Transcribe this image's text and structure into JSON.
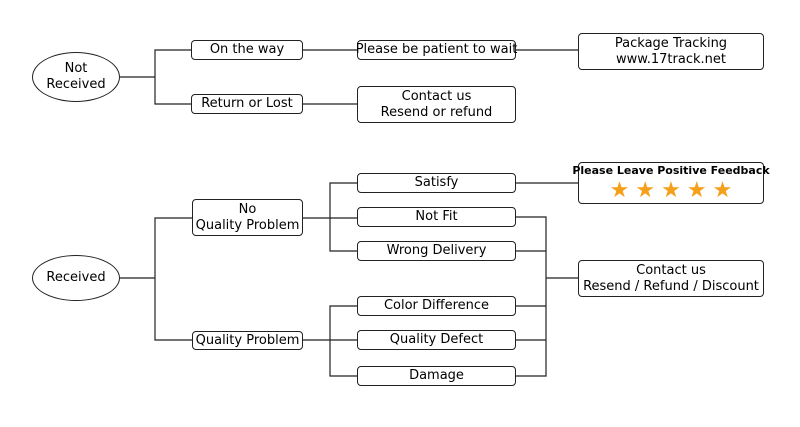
{
  "nodes": {
    "not_received": [
      "Not",
      "Received"
    ],
    "on_the_way": "On the way",
    "be_patient": "Please be patient to wait",
    "package_tracking": [
      "Package Tracking",
      "www.17track.net"
    ],
    "return_or_lost": "Return or Lost",
    "contact_resend": [
      "Contact us",
      "Resend or refund"
    ],
    "received": "Received",
    "no_quality_problem": [
      "No",
      "Quality Problem"
    ],
    "quality_problem": "Quality Problem",
    "satisfy": "Satisfy",
    "not_fit": "Not Fit",
    "wrong_delivery": "Wrong Delivery",
    "color_difference": "Color Difference",
    "quality_defect": "Quality Defect",
    "damage": "Damage",
    "positive_feedback": "Please Leave Positive Feedback",
    "contact_resolution": [
      "Contact us",
      "Resend / Refund / Discount"
    ]
  },
  "feedback_stars": 5,
  "colors": {
    "star": "#f5a01a",
    "line": "#222222"
  }
}
